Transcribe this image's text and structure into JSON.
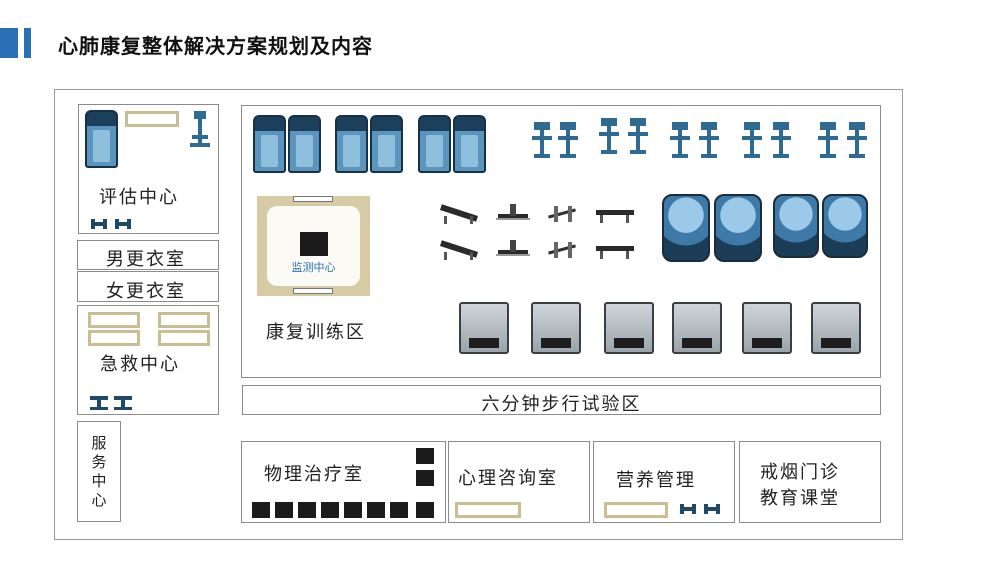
{
  "title": "心肺康复整体解决方案规划及内容",
  "zones": {
    "assessment": "评估中心",
    "male_locker": "男更衣室",
    "female_locker": "女更衣室",
    "emergency": "急救中心",
    "service": [
      "服",
      "务",
      "中",
      "心"
    ],
    "monitor": "监测中心",
    "rehab": "康复训练区",
    "six_min_walk": "六分钟步行试验区",
    "physio": "物理治疗室",
    "psych": "心理咨询室",
    "nutrition": "营养管理",
    "smoking_line1": "戒烟门诊",
    "smoking_line2": "教育课堂"
  },
  "colors": {
    "accent": "#2b6fb6",
    "tan": "#c9bd93",
    "equipment_blue": "#5b95bd"
  }
}
